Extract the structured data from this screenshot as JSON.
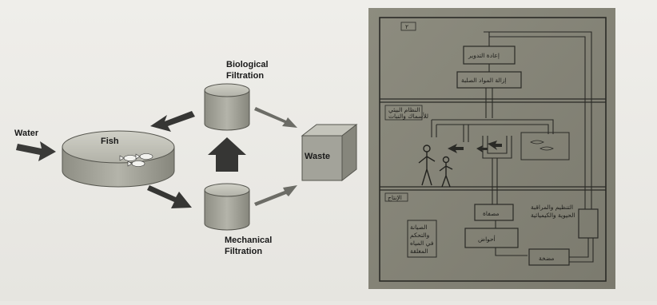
{
  "left_diagram": {
    "water_label": "Water",
    "fish_label": "Fish",
    "biological_label_line1": "Biological",
    "biological_label_line2": "Filtration",
    "mechanical_label_line1": "Mechanical",
    "mechanical_label_line2": "Filtration",
    "waste_label": "Waste"
  },
  "right_diagram": {
    "top_tag": "٢",
    "box1": "إعادة التدوير",
    "box2": "إزالة المواد الصلبة",
    "zone2_label_line1": "النظام البيئي",
    "zone2_label_line2": "للأسماك والنبات",
    "zone3_tag": "الإنتاج",
    "box_filter": "مصفاة",
    "note_right_line1": "التنظيم والمراقبة",
    "note_right_line2": "الحيوية والكيميائية",
    "box_tank": "أحواض",
    "box_pump": "مضخة",
    "note_left_line1": "الصيانة",
    "note_left_line2": "والتحكم",
    "note_left_line3": "في المياه",
    "note_left_line4": "المغلقة"
  }
}
